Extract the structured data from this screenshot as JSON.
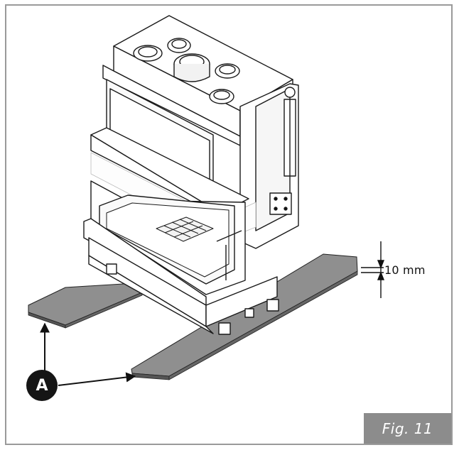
{
  "figure": {
    "caption": "Fig. 11",
    "dimension_label": "10 mm",
    "callout_letter": "A"
  },
  "colors": {
    "frame_border": "#9a9a9a",
    "caption_bg": "#8c8c8c",
    "board_fill": "#8f8f8f",
    "line": "#1a1a1a",
    "callout_bg": "#151515"
  },
  "icons": [
    "fireplace-insert-illustration",
    "arrow-icon",
    "dimension-arrows-icon"
  ]
}
